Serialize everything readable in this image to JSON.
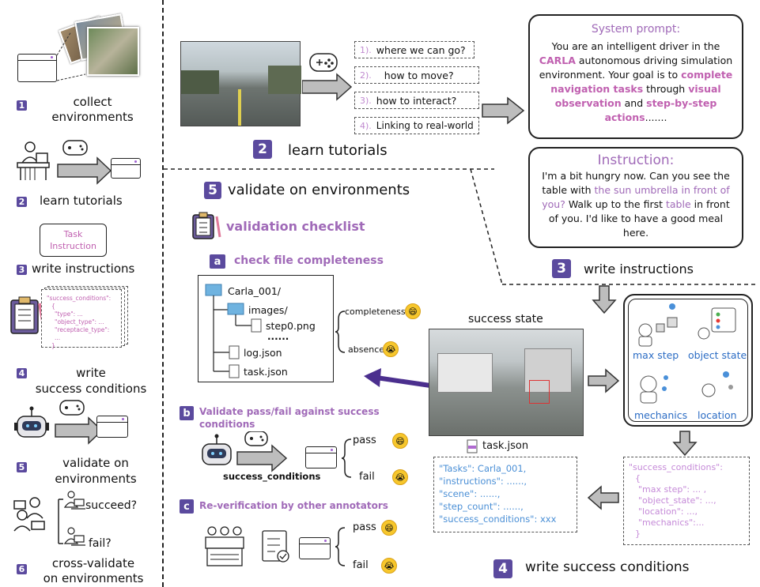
{
  "left_steps": [
    {
      "num": "1",
      "label_line1": "collect",
      "label_line2": "environments"
    },
    {
      "num": "2",
      "label_line1": "learn tutorials",
      "label_line2": ""
    },
    {
      "num": "3",
      "label_line1": "write instructions",
      "label_line2": ""
    },
    {
      "num": "4",
      "label_line1": "write",
      "label_line2": "success conditions"
    },
    {
      "num": "5",
      "label_line1": "validate on",
      "label_line2": "environments"
    },
    {
      "num": "6",
      "label_line1": "cross-validate",
      "label_line2": "on environments"
    }
  ],
  "task_card": {
    "line1": "Task",
    "line2": "Instruction"
  },
  "success_card": {
    "l1": "\"success_conditions\":",
    "l2": "{",
    "l3": "\"type\": ...",
    "l4": "\"object_type\": ...",
    "l5": "\"receptacle_type\": ...",
    "l6": "}"
  },
  "cross_validate": {
    "succeed": "succeed?",
    "fail": "fail?"
  },
  "tutorials": [
    {
      "num": "1).",
      "text": "where we can go?"
    },
    {
      "num": "2).",
      "text": "how to move?"
    },
    {
      "num": "3).",
      "text": "how to interact?"
    },
    {
      "num": "4).",
      "text": "Linking  to real-world"
    }
  ],
  "learn_tutorials": {
    "num": "2",
    "label": "learn tutorials"
  },
  "system_prompt": {
    "title": "System prompt:",
    "p1": "You are an intelligent driver in the ",
    "carla": "CARLA",
    "p2": " autonomous driving simulation environment. Your goal is to ",
    "h1": "complete navigation tasks",
    "p3": " through ",
    "h2": "visual observation",
    "p4": " and ",
    "h3": "step-by-step actions",
    "p5": "......."
  },
  "instruction": {
    "title": "Instruction:",
    "p1": "I'm a bit hungry now. Can you see the table with ",
    "h1": "the sun umbrella in front of you?",
    "p2": " Walk up to the first ",
    "h2": "table",
    "p3": " in front of you. I'd like to have a good meal here."
  },
  "write_instructions": {
    "num": "3",
    "label": "write instructions"
  },
  "validate": {
    "num": "5",
    "label": "validate on  environments",
    "checklist": "validation checklist"
  },
  "section_a": {
    "num": "a",
    "label": "check file completeness"
  },
  "file_tree": {
    "root": "Carla_001/",
    "images": "images/",
    "step0": "step0.png",
    "more": "......",
    "log": "log.json",
    "task": "task.json",
    "completeness": "completeness",
    "absence": "absence"
  },
  "section_b": {
    "num": "b",
    "label": "Validate pass/fail against  success conditions",
    "caption": "success_conditions",
    "pass": "pass",
    "fail": "fail"
  },
  "section_c": {
    "num": "c",
    "label": "Re-verification by other annotators",
    "pass": "pass",
    "fail": "fail"
  },
  "success_state": {
    "label": "success state",
    "file": "task.json"
  },
  "conditions_panel": {
    "max_step": "max step",
    "object_state": "object state",
    "mechanics": "mechanics",
    "location": "location"
  },
  "task_json": {
    "l1": "\"Tasks\": Carla_001,",
    "l2": "\"instructions\": ......,",
    "l3": "\"scene\": ......,",
    "l4": "\"step_count\": ......,",
    "l5": "\"success_conditions\": xxx"
  },
  "success_json": {
    "l1": "\"success_conditions\":",
    "l2": "{",
    "l3": "\"max step\": ... ,",
    "l4": "\"object_state\": ...,",
    "l5": "\"location\": ...,",
    "l6": "\"mechanics\":...",
    "l7": "}"
  },
  "write_success": {
    "num": "4",
    "label": "write success conditions"
  }
}
